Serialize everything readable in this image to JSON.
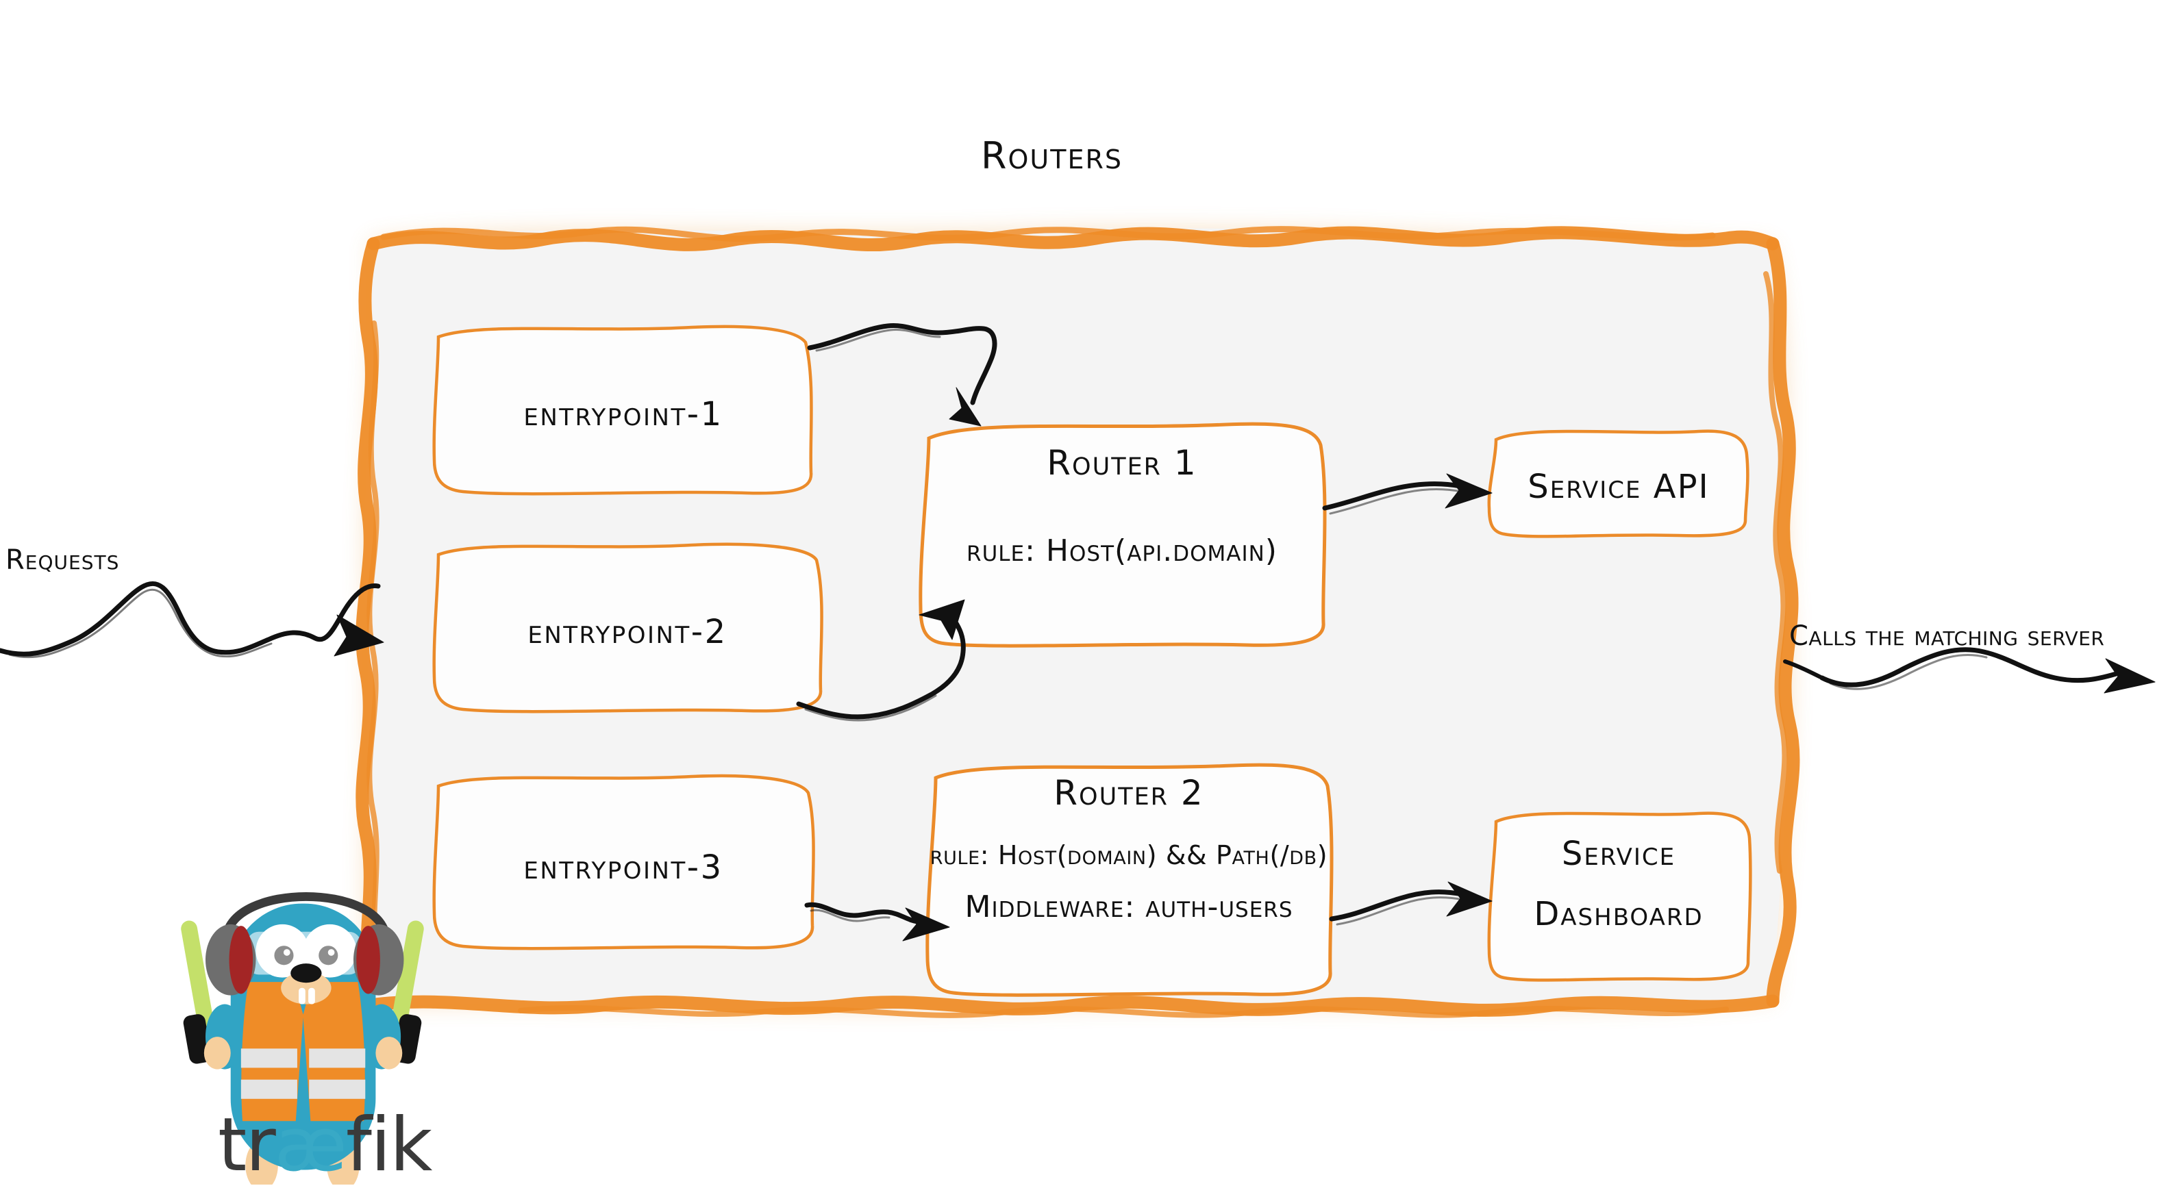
{
  "diagram": {
    "title": "Routers",
    "brand": "træfik",
    "colors": {
      "accent_orange": "#ee8c28",
      "box_border_orange": "#eb8b2a",
      "container_fill": "#f4f4f4",
      "ink_black": "#111111",
      "gopher_body": "#31a4c4",
      "gopher_vest": "#ef8c27",
      "gopher_vest_stripe": "#e4e4e4",
      "gopher_stick": "#c4e06a",
      "brand_text": "#3a3a3a",
      "brand_ae": "#38a9c6"
    },
    "left_flow_label": "Requests",
    "right_flow_label": "Calls the matching server",
    "entrypoints": [
      {
        "label": "entrypoint-1"
      },
      {
        "label": "entrypoint-2"
      },
      {
        "label": "entrypoint-3"
      }
    ],
    "routers": [
      {
        "name": "Router 1",
        "lines": [
          "rule: Host(api.domain)"
        ]
      },
      {
        "name": "Router 2",
        "lines": [
          "rule: Host(domain) && Path(/db)",
          "Middleware: auth-users"
        ]
      }
    ],
    "services": [
      {
        "lines": [
          "Service API"
        ]
      },
      {
        "lines": [
          "Service",
          "Dashboard"
        ]
      }
    ],
    "connections": [
      {
        "from": "entrypoint-1",
        "to": "Router 1"
      },
      {
        "from": "entrypoint-2",
        "to": "Router 1"
      },
      {
        "from": "entrypoint-3",
        "to": "Router 2"
      },
      {
        "from": "Router 1",
        "to": "Service API"
      },
      {
        "from": "Router 2",
        "to": "Service Dashboard"
      },
      {
        "from": "Requests",
        "to": "Routers container"
      },
      {
        "from": "Routers container",
        "to": "matching server"
      }
    ]
  }
}
